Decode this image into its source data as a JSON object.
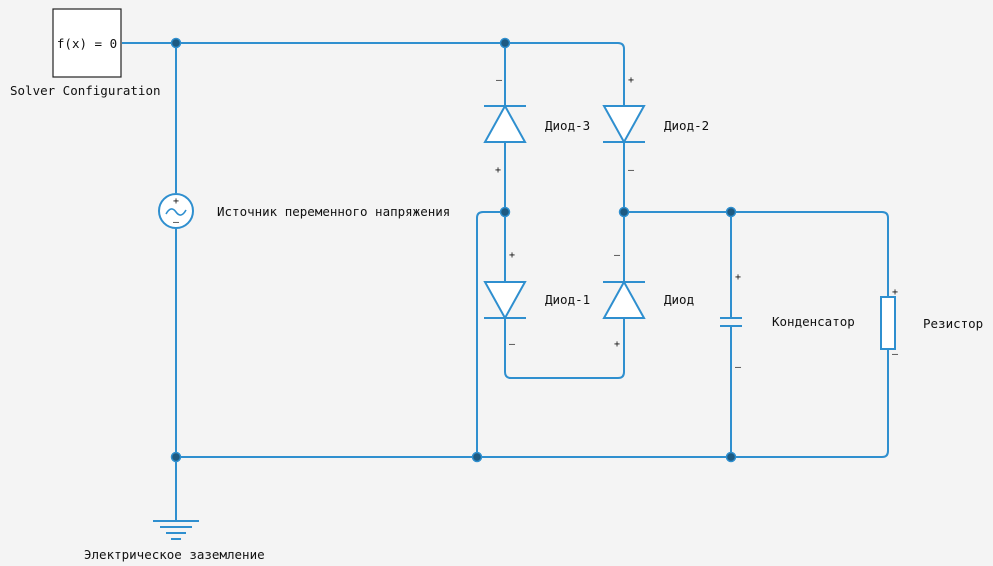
{
  "solver": {
    "equation": "f(x) = 0",
    "label": "Solver Configuration"
  },
  "blocks": {
    "ac_source": "Источник переменного напряжения",
    "ground": "Электрическое заземление",
    "diode_3": "Диод-3",
    "diode_2": "Диод-2",
    "diode_1": "Диод-1",
    "diode": "Диод",
    "capacitor": "Конденсатор",
    "resistor": "Резистор"
  },
  "ports": {
    "plus": "+",
    "minus": "–"
  },
  "colors": {
    "wire": "#2f8fcf",
    "junction": "#1e5a82",
    "background": "#f4f4f4"
  }
}
